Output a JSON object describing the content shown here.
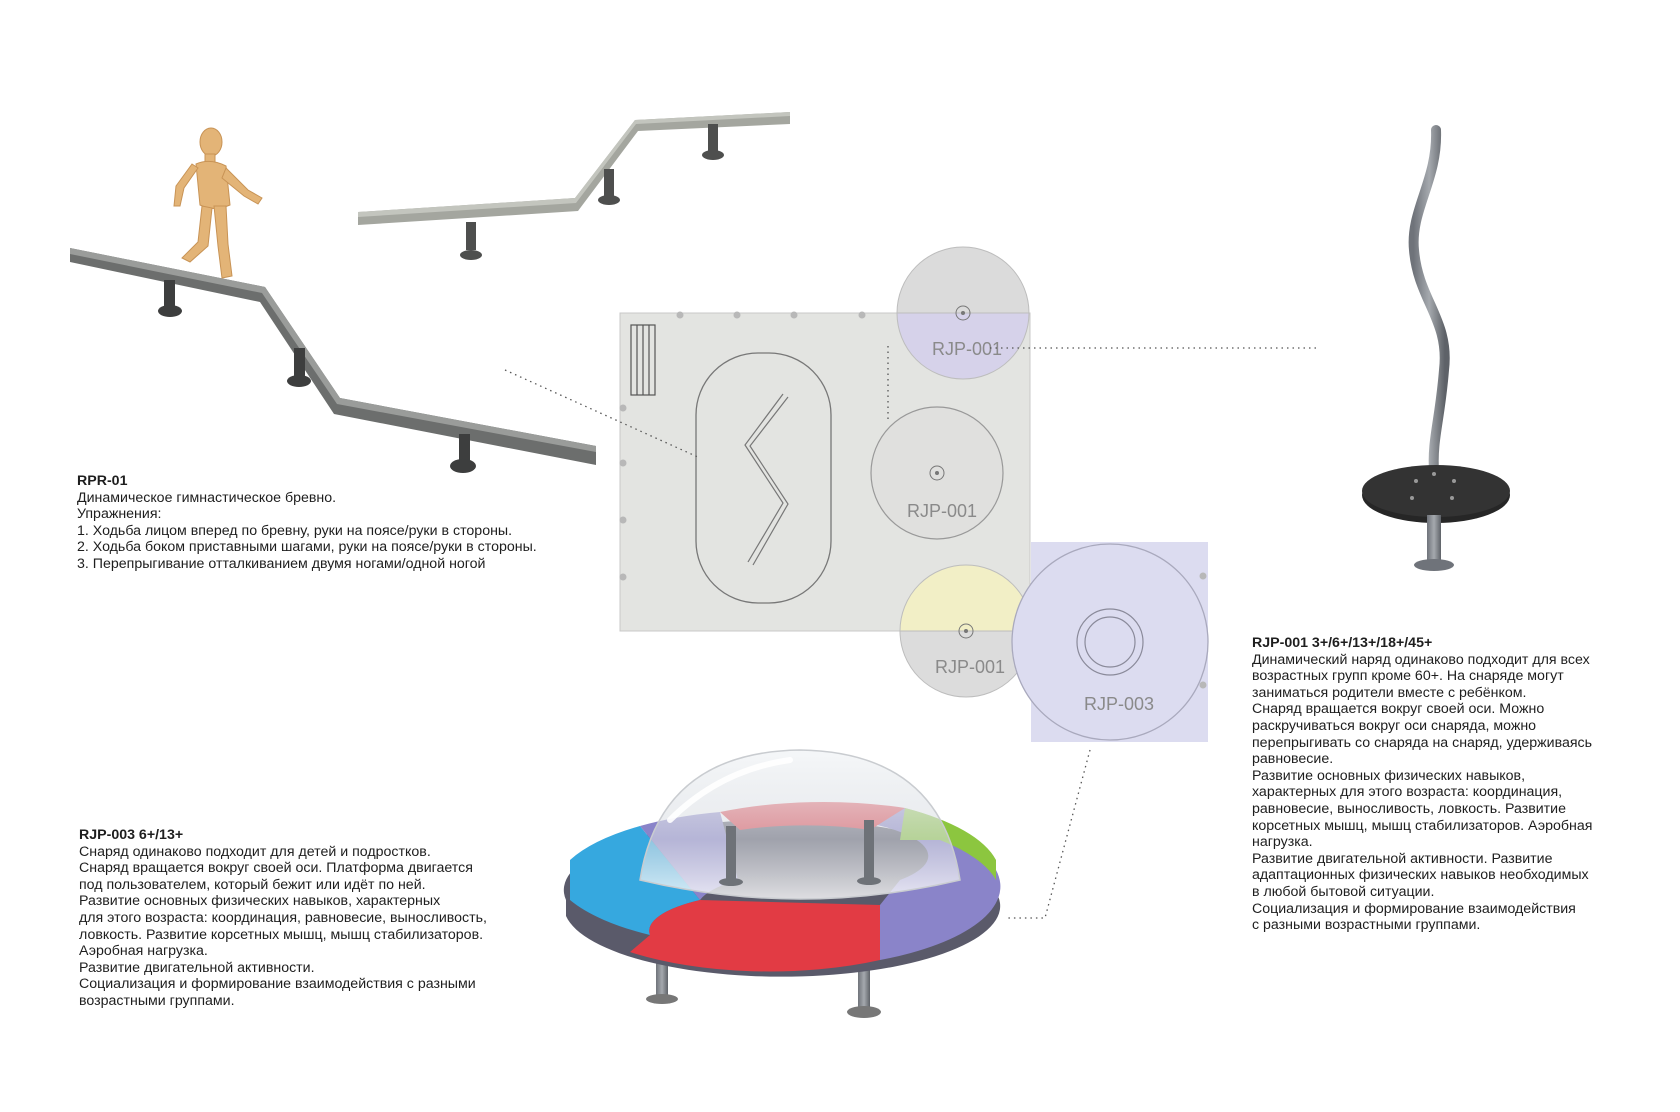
{
  "plan": {
    "labels": [
      "RJP-001",
      "RJP-001",
      "RJP-001",
      "RJP-003"
    ]
  },
  "rpr": {
    "title": "RPR-01",
    "lines": [
      "Динамическое гимнастическое бревно.",
      "Упражнения:",
      "1. Ходьба лицом вперед по бревну, руки на поясе/руки в стороны.",
      "2. Ходьба боком приставными шагами, руки на поясе/руки в стороны.",
      "3. Перепрыгивание отталкиванием двумя ногами/одной ногой"
    ]
  },
  "rjp003": {
    "title": "RJP-003 6+/13+",
    "lines": [
      "Снаряд одинаково подходит для детей и подростков.",
      "Снаряд вращается вокруг своей оси. Платформа двигается",
      "под пользователем, который бежит или идёт по ней.",
      "Развитие основных физических навыков, характерных",
      "для этого возраста: координация, равновесие, выносливость,",
      "ловкость. Развитие корсетных мышц, мышц стабилизаторов.",
      "Аэробная нагрузка.",
      "Развитие двигательной активности.",
      "Социализация и формирование взаимодействия с разными",
      "возрастными группами."
    ]
  },
  "rjp001": {
    "title": "RJP-001 3+/6+/13+/18+/45+",
    "lines": [
      "Динамический наряд одинаково подходит для всех",
      "возрастных групп кроме 60+. На снаряде могут",
      "заниматься родители вместе с ребёнком.",
      "Снаряд вращается вокруг своей оси. Можно",
      "раскручиваться вокруг оси снаряда, можно",
      "перепрыгивать со снаряда на снаряд, удерживаясь",
      "равновесие.",
      "Развитие основных физических навыков,",
      "характерных для этого возраста: координация,",
      "равновесие, выносливость, ловкость. Развитие",
      "корсетных мышц, мышц стабилизаторов. Аэробная",
      "нагрузка.",
      "Развитие двигательной активности. Развитие",
      "адаптационных физических навыков необходимых",
      "в любой бытовой ситуации.",
      "Социализация и формирование взаимодействия",
      "с разными возрастными группами."
    ]
  },
  "colors": {
    "plan_bg": "#e3e4e1",
    "rjp003_zone": "#dcdcf0",
    "disc_top_purple": "#d6d2ea",
    "disc_top_yellow": "#f2efc6",
    "beam": "#8c8e8b",
    "puzzle_blue": "#36a8df",
    "puzzle_red": "#e23b44",
    "puzzle_purple": "#8a84c9",
    "puzzle_green": "#8cc63f",
    "mannequin": "#e8b878"
  },
  "icons": [
    "mannequin-figure",
    "balance-beam",
    "spinner-pole",
    "dome-spinner",
    "plan-drawing"
  ]
}
